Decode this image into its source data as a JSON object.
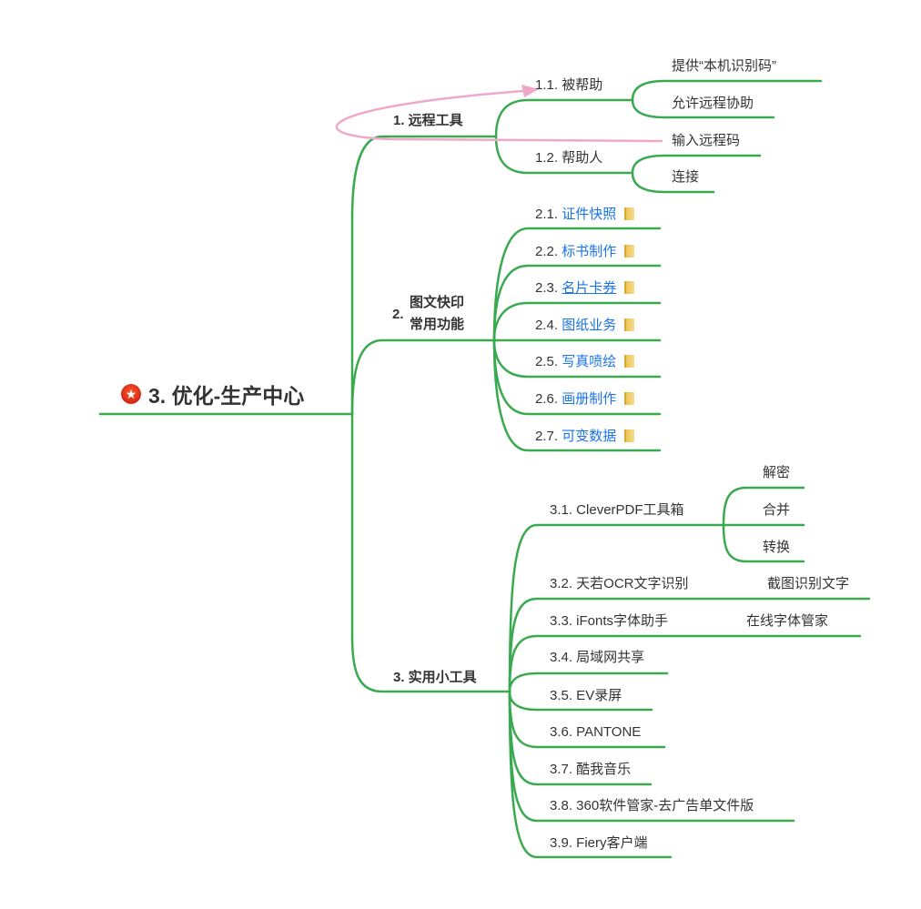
{
  "root": {
    "label": "3. 优化-生产中心",
    "icon": "star-badge-icon"
  },
  "colors": {
    "branch": "#3aaa50",
    "relationship": "#f0a8c8",
    "link": "#1a73e8"
  },
  "branches": [
    {
      "label": "1. 远程工具",
      "children": [
        {
          "num": "1.1.",
          "label": "被帮助",
          "children": [
            "提供“本机识别码”",
            "允许远程协助"
          ]
        },
        {
          "num": "1.2.",
          "label": "帮助人",
          "children": [
            "输入远程码",
            "连接"
          ]
        }
      ]
    },
    {
      "num": "2.",
      "label_line1": "图文快印",
      "label_line2": "常用功能",
      "children": [
        {
          "num": "2.1.",
          "label": "证件快照"
        },
        {
          "num": "2.2.",
          "label": "标书制作"
        },
        {
          "num": "2.3.",
          "label": "名片卡券"
        },
        {
          "num": "2.4.",
          "label": "图纸业务"
        },
        {
          "num": "2.5.",
          "label": "写真喷绘"
        },
        {
          "num": "2.6.",
          "label": "画册制作"
        },
        {
          "num": "2.7.",
          "label": "可变数据"
        }
      ]
    },
    {
      "label": "3. 实用小工具",
      "children": [
        {
          "label": "3.1. CleverPDF工具箱",
          "children": [
            "解密",
            "合并",
            "转换"
          ]
        },
        {
          "label": "3.2. 天若OCR文字识别",
          "children": [
            "截图识别文字"
          ]
        },
        {
          "label": "3.3. iFonts字体助手",
          "children": [
            "在线字体管家"
          ]
        },
        {
          "label": "3.4. 局域网共享"
        },
        {
          "label": "3.5. EV录屏"
        },
        {
          "label": "3.6. PANTONE"
        },
        {
          "label": "3.7. 酷我音乐"
        },
        {
          "label": "3.8. 360软件管家-去广告单文件版"
        },
        {
          "label": "3.9. Fiery客户端"
        }
      ]
    }
  ]
}
